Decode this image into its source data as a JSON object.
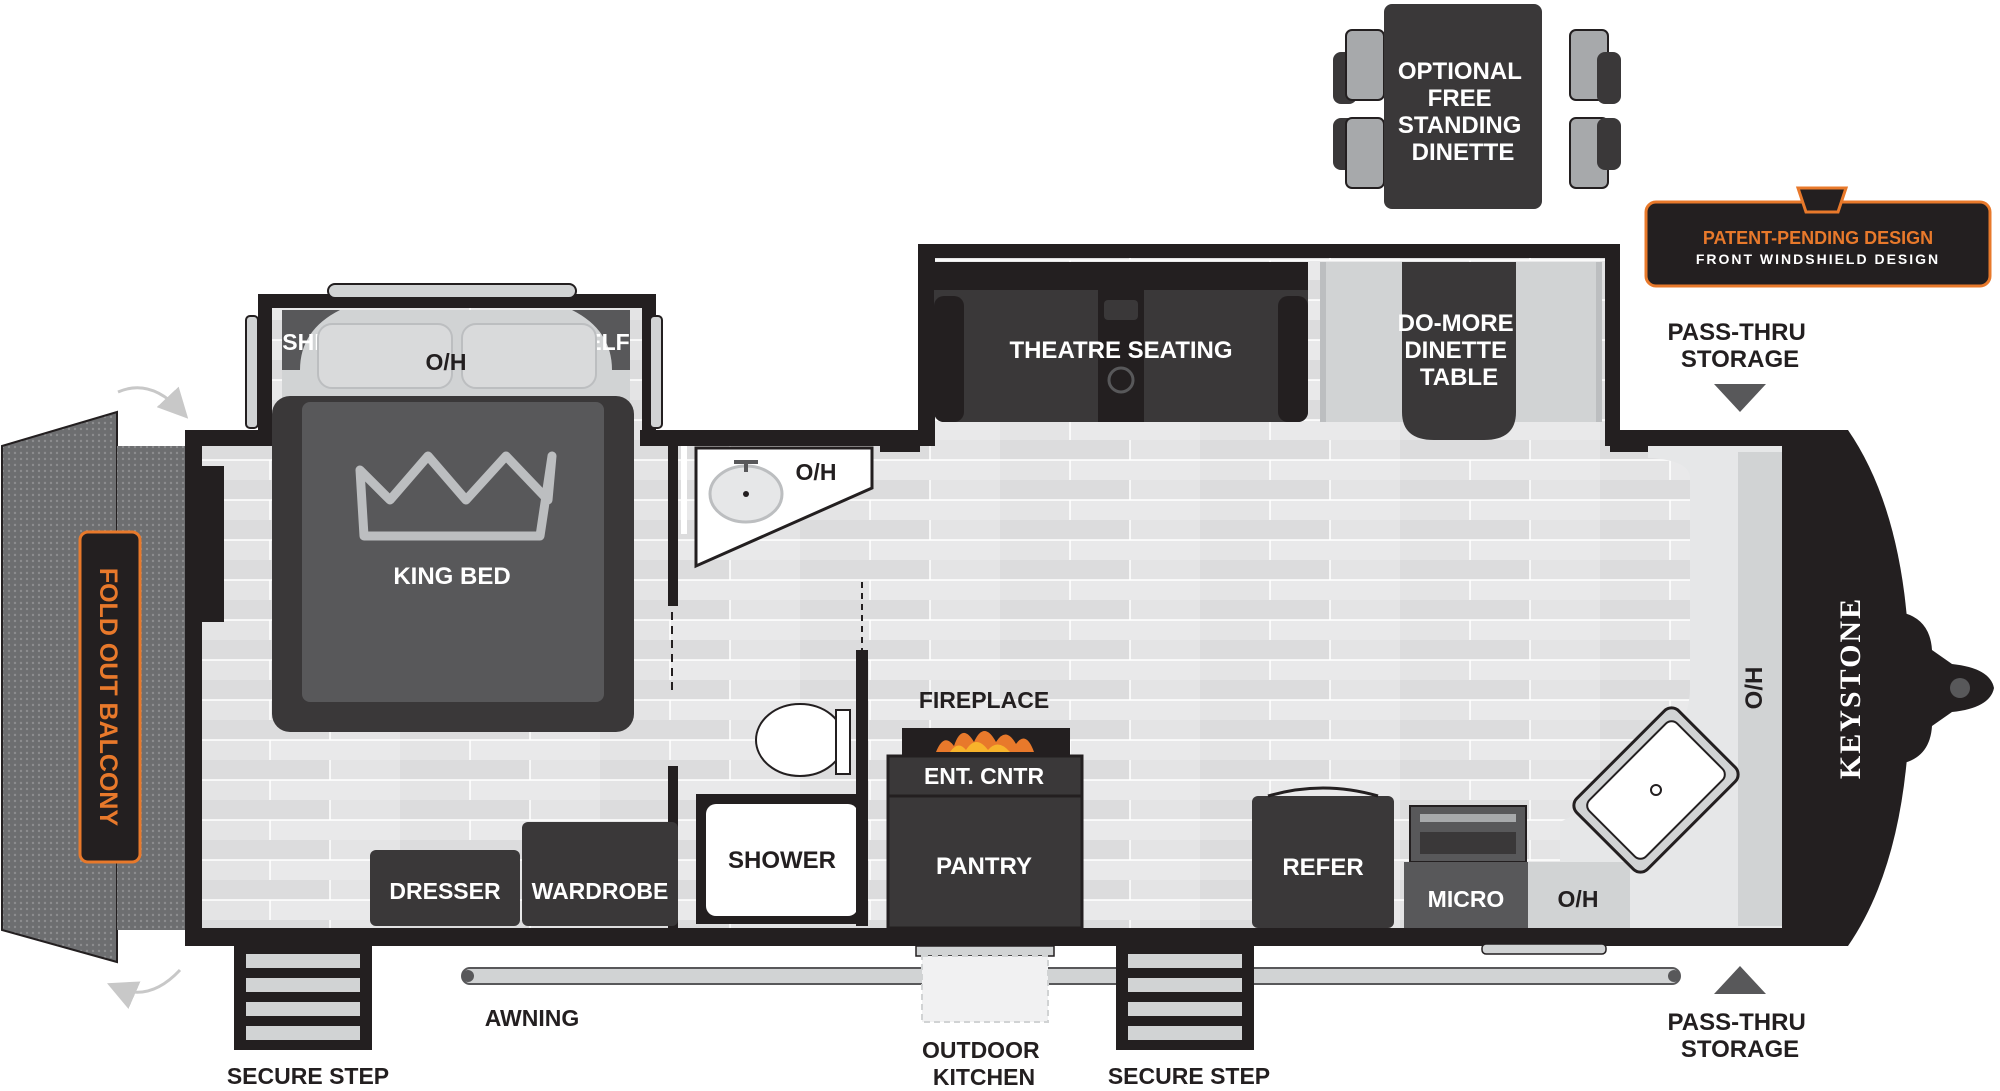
{
  "labels": {
    "optional_dinette": [
      "OPTIONAL",
      "FREE",
      "STANDING",
      "DINETTE"
    ],
    "patent_line1": "PATENT-PENDING DESIGN",
    "patent_line2": "FRONT WINDSHIELD DESIGN",
    "theatre_seating": "THEATRE SEATING",
    "do_more_dinette": [
      "DO-MORE",
      "DINETTE",
      "TABLE"
    ],
    "pass_thru_top": [
      "PASS-THRU",
      "STORAGE"
    ],
    "pass_thru_bottom": [
      "PASS-THRU",
      "STORAGE"
    ],
    "shelf_left": "SHELF",
    "shelf_right": "SHELF",
    "oh_bed": "O/H",
    "king_bed": "KING BED",
    "oh_bath": "O/H",
    "fold_out_balcony": "FOLD OUT BALCONY",
    "fireplace": "FIREPLACE",
    "ent_cntr": "ENT. CNTR",
    "pantry": "PANTRY",
    "shower": "SHOWER",
    "dresser": "DRESSER",
    "wardrobe": "WARDROBE",
    "refer": "REFER",
    "micro": "MICRO",
    "oh_kitchen": "O/H",
    "oh_front": "O/H",
    "brand": "KEYSTONE",
    "awning": "AWNING",
    "secure_step_left": "SECURE STEP",
    "secure_step_right": "SECURE STEP",
    "outdoor_kitchen": [
      "OUTDOOR",
      "KITCHEN"
    ]
  },
  "colors": {
    "wall": "#231f20",
    "floor": "#e2e2e2",
    "dark_furniture": "#3a3839",
    "bed": "#58585a",
    "accent_orange": "#e8792b",
    "balcony": "#6d6e70"
  }
}
